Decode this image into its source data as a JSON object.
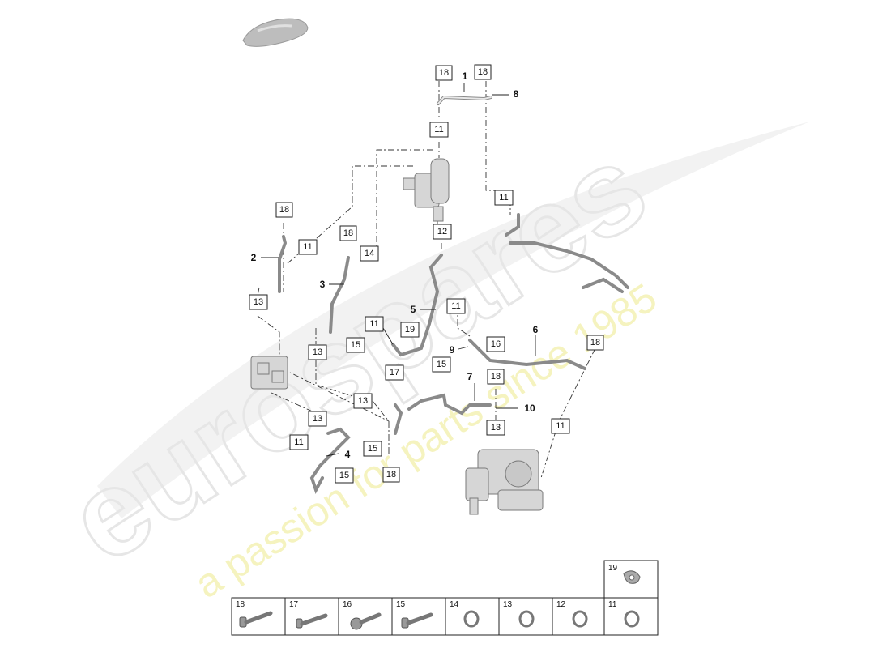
{
  "watermark": {
    "brand": "eurospares",
    "slogan": "a passion for parts since 1985"
  },
  "diagram_icons": [
    "car-silhouette-icon",
    "bolt-icon",
    "seal-ring-icon",
    "hose-clamp-icon"
  ],
  "callouts": {
    "c18a": "18",
    "c18b": "18",
    "c11a": "11",
    "c11b": "11",
    "c18c": "18",
    "c11c": "11",
    "c18d": "18",
    "c14a": "14",
    "c12a": "12",
    "c13a": "13",
    "c11d": "11",
    "c11e": "11",
    "c19a": "19",
    "c15a": "15",
    "c13b": "13",
    "c16a": "16",
    "c18e": "18",
    "c17a": "17",
    "c15b": "15",
    "c18f": "18",
    "c13c": "13",
    "c13d": "13",
    "c11f": "11",
    "c11g": "11",
    "c15c": "15",
    "c15d": "15",
    "c18g": "18",
    "c13e": "13"
  },
  "part_numbers": {
    "p1": "1",
    "p2": "2",
    "p3": "3",
    "p4": "4",
    "p5": "5",
    "p6": "6",
    "p7": "7",
    "p8": "8",
    "p9": "9",
    "p10": "10"
  },
  "parts_table": {
    "top": {
      "num": "19"
    },
    "bottom": [
      {
        "num": "18"
      },
      {
        "num": "17"
      },
      {
        "num": "16"
      },
      {
        "num": "15"
      },
      {
        "num": "14"
      },
      {
        "num": "13"
      },
      {
        "num": "12"
      },
      {
        "num": "11"
      }
    ]
  }
}
